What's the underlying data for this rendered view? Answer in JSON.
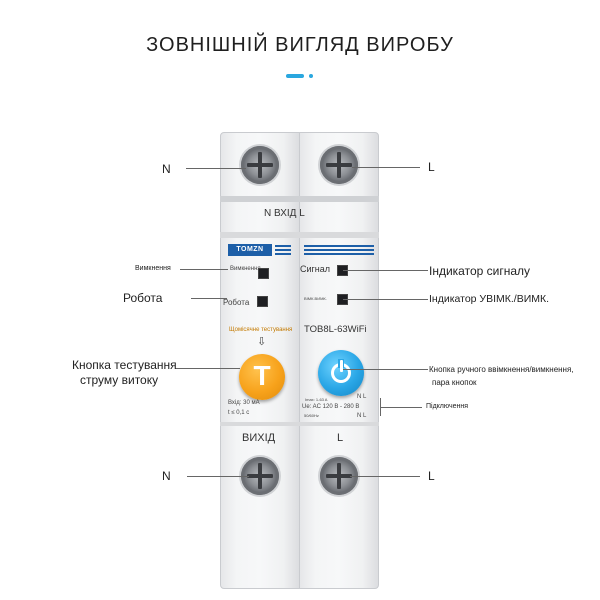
{
  "title": "ЗОВНІШНІЙ ВИГЛЯД ВИРОБУ",
  "accent_color": "#2aa7df",
  "device": {
    "input_label": "N ВХІД L",
    "output_label": "ВИХІД",
    "output_l": "L",
    "logo": "TOMZN",
    "indicator_off": "Вимкнення",
    "indicator_work": "Робота",
    "signal_label": "Сигнал",
    "onoff_small": "ВІМК.ВИМК.",
    "test_caption": "Щомісячне тестування",
    "test_arrow": "⇩",
    "model": "TOB8L-63WiFi",
    "input_current": "Вхід: 30 мА",
    "time": "t ≤ 0,1 с",
    "rating_small": "Imax: 1-63 A",
    "voltage": "Ue: AC 120 В - 280 В",
    "freq": "50/60Hz",
    "nl_top": "N  L",
    "nl_bottom": "N  L"
  },
  "callouts": {
    "n_top": "N",
    "l_top": "L",
    "off_left": "Вимкнення",
    "work_left": "Робота",
    "test_line1": "Кнопка тестування",
    "test_line2": "струму витоку",
    "n_bottom": "N",
    "l_bottom": "L",
    "signal_right": "Індикатор сигналу",
    "onoff_right": "Індикатор УВІМК./ВИМК.",
    "manual_line1": "Кнопка ручного ввімкнення/вимкнення,",
    "manual_line2": "пара кнопок",
    "connection": "Підключення"
  }
}
